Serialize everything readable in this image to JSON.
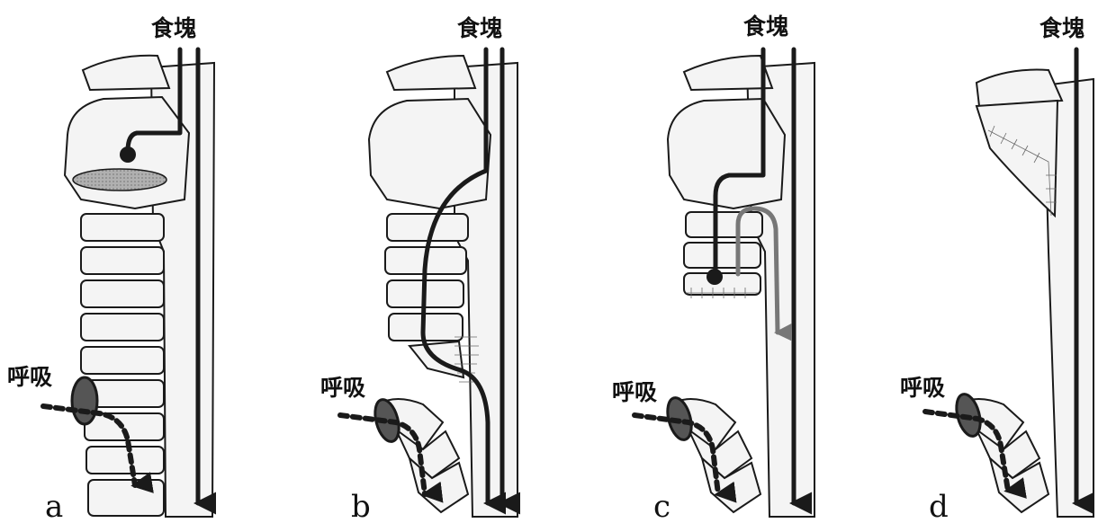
{
  "panels": [
    {
      "letter": "a",
      "food_label": "食塊",
      "breath_label": "呼吸"
    },
    {
      "letter": "b",
      "food_label": "食塊",
      "breath_label": "呼吸"
    },
    {
      "letter": "c",
      "food_label": "食塊",
      "breath_label": "呼吸"
    },
    {
      "letter": "d",
      "food_label": "食塊",
      "breath_label": "呼吸"
    }
  ],
  "colors": {
    "ink": "#1a1a1a",
    "gray_arrow": "#777777",
    "dotted_ellipse": "#9a9a9a",
    "background": "#ffffff"
  }
}
